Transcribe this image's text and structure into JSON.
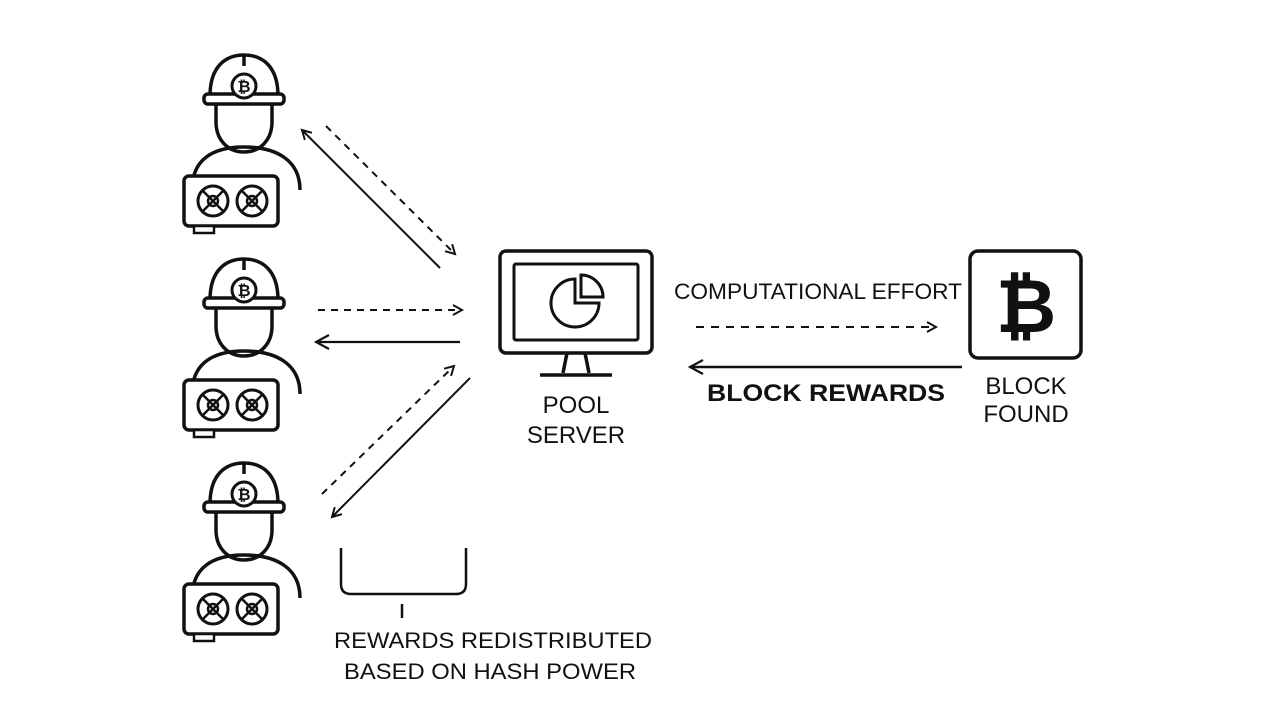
{
  "colors": {
    "ink": "#111111",
    "background": "#ffffff"
  },
  "nodes": {
    "miners": [
      {
        "icon": "miner-with-hardhat-and-gpu-icon",
        "helmet_symbol": "₿"
      },
      {
        "icon": "miner-with-hardhat-and-gpu-icon",
        "helmet_symbol": "₿"
      },
      {
        "icon": "miner-with-hardhat-and-gpu-icon",
        "helmet_symbol": "₿"
      }
    ],
    "pool_server": {
      "icon": "monitor-pie-chart-icon",
      "label_line1": "POOL",
      "label_line2": "SERVER"
    },
    "block": {
      "icon": "bitcoin-block-icon",
      "symbol": "₿",
      "label_line1": "BLOCK",
      "label_line2": "FOUND"
    }
  },
  "edges": {
    "computational_effort_label": "COMPUTATIONAL EFFORT",
    "block_rewards_label": "BLOCK REWARDS"
  },
  "annotations": {
    "redistribution_line1": "REWARDS REDISTRIBUTED",
    "redistribution_line2": "BASED ON HASH POWER"
  }
}
